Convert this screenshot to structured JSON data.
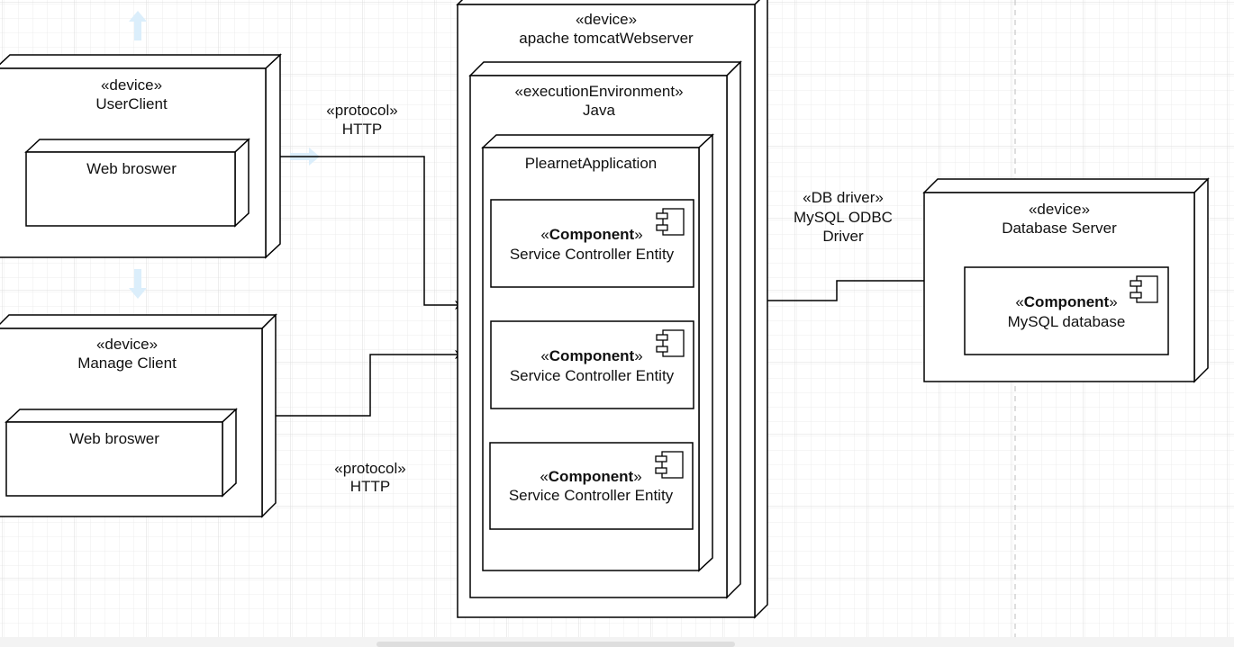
{
  "nodes": {
    "user_client": {
      "stereotype": "«device»",
      "name": "UserClient",
      "inner": "Web broswer"
    },
    "manage_client": {
      "stereotype": "«device»",
      "name": "Manage Client",
      "inner": "Web broswer"
    },
    "webserver": {
      "stereotype": "«device»",
      "name": "apache tomcatWebserver"
    },
    "java_env": {
      "stereotype": "«executionEnvironment»",
      "name": "Java"
    },
    "application": {
      "name": "PlearnetApplication"
    },
    "components": [
      {
        "open": "«",
        "keyword": "Component",
        "close": "»",
        "name": "Service Controller Entity"
      },
      {
        "open": "«",
        "keyword": "Component",
        "close": "»",
        "name": "Service Controller Entity"
      },
      {
        "open": "«",
        "keyword": "Component",
        "close": "»",
        "name": "Service Controller Entity"
      }
    ],
    "database_server": {
      "stereotype": "«device»",
      "name": "Database Server",
      "component": {
        "open": "«",
        "keyword": "Component",
        "close": "»",
        "name": "MySQL database"
      }
    }
  },
  "connectors": {
    "user_http": {
      "stereotype": "«protocol»",
      "name": "HTTP"
    },
    "manage_http": {
      "stereotype": "«protocol»",
      "name": "HTTP"
    },
    "db_driver": {
      "stereotype": "«DB driver»",
      "line1": "MySQL ODBC",
      "line2": "Driver"
    }
  },
  "colors": {
    "line": "#000000",
    "grid": "#e6e6e6",
    "grid_major": "#d9d9d9",
    "hint_arrow": "#dbeefb",
    "page_break": "#c8c8c8"
  }
}
